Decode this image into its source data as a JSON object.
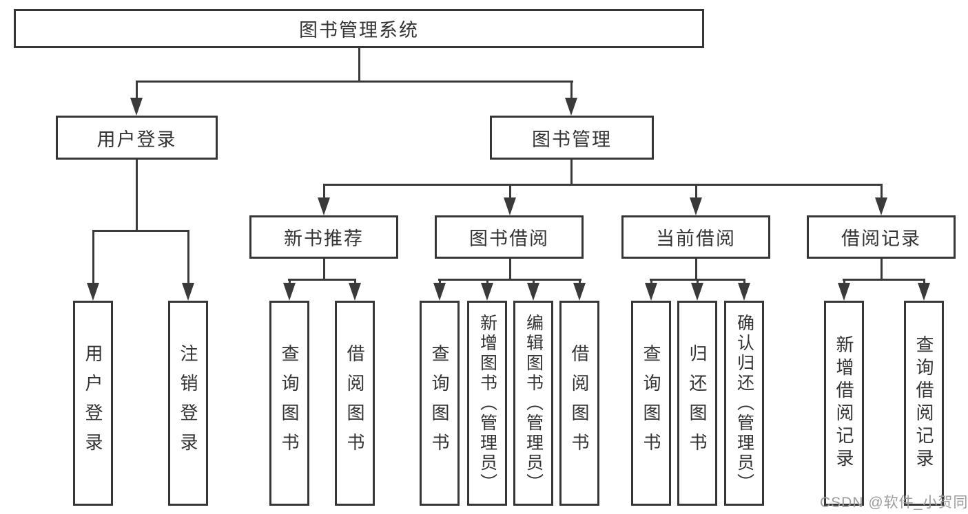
{
  "diagram": {
    "root": {
      "label": "图书管理系统"
    },
    "level2": [
      {
        "label": "用户登录"
      },
      {
        "label": "图书管理"
      }
    ],
    "user_children": [
      "用户登录",
      "注销登录"
    ],
    "book_modules": [
      {
        "label": "新书推荐",
        "children": [
          "查询图书",
          "借阅图书"
        ]
      },
      {
        "label": "图书借阅",
        "children": [
          "查询图书",
          "新增图书（管理员）",
          "编辑图书（管理员）",
          "借阅图书"
        ]
      },
      {
        "label": "当前借阅",
        "children": [
          "查询图书",
          "归还图书",
          "确认归还（管理员）"
        ]
      },
      {
        "label": "借阅记录",
        "children": [
          "新增借阅记录",
          "查询借阅记录"
        ]
      }
    ]
  },
  "watermark": {
    "text": "CSDN @软件_小贺同学"
  },
  "colors": {
    "line": "#3a3a3a",
    "box_border": "#363636",
    "text": "#333333",
    "watermark": "#9c9c9c",
    "background": "#ffffff"
  }
}
